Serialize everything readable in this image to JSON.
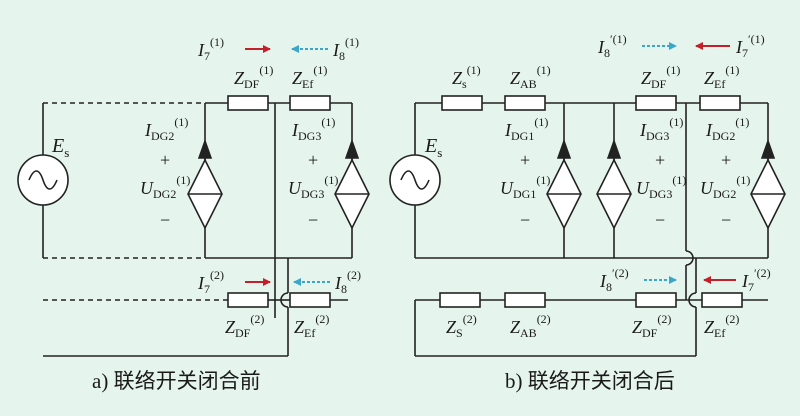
{
  "colors": {
    "background": "#e6f4ee",
    "wire": "#222222",
    "red_arrow": "#c4202a",
    "blue_arrow": "#3aa6c9"
  },
  "captions": {
    "a": "a) 联络开关闭合前",
    "b": "b) 联络开关闭合后"
  },
  "symbols": {
    "source": {
      "main": "E",
      "sub": "s"
    },
    "plus": "+",
    "minus": "−",
    "I7_1": {
      "main": "I",
      "sub": "7",
      "sup": "(1)"
    },
    "I8_1": {
      "main": "I",
      "sub": "8",
      "sup": "(1)"
    },
    "I7_2": {
      "main": "I",
      "sub": "7",
      "sup": "(2)"
    },
    "I8_2": {
      "main": "I",
      "sub": "8",
      "sup": "(2)"
    },
    "I7p_1": {
      "main": "I",
      "sub": "7",
      "sup": "′(1)"
    },
    "I8p_1": {
      "main": "I",
      "sub": "8",
      "sup": "′(1)"
    },
    "I7p_2": {
      "main": "I",
      "sub": "7",
      "sup": "′(2)"
    },
    "I8p_2": {
      "main": "I",
      "sub": "8",
      "sup": "′(2)"
    },
    "ZDF_1": {
      "main": "Z",
      "sub": "DF",
      "sup": "(1)"
    },
    "ZEf_1": {
      "main": "Z",
      "sub": "Ef",
      "sup": "(1)"
    },
    "ZDF_2": {
      "main": "Z",
      "sub": "DF",
      "sup": "(2)"
    },
    "ZEf_2": {
      "main": "Z",
      "sub": "Ef",
      "sup": "(2)"
    },
    "Zs_1": {
      "main": "Z",
      "sub": "s",
      "sup": "(1)"
    },
    "ZAB_1": {
      "main": "Z",
      "sub": "AB",
      "sup": "(1)"
    },
    "ZS_2": {
      "main": "Z",
      "sub": "S",
      "sup": "(2)"
    },
    "ZAB_2": {
      "main": "Z",
      "sub": "AB",
      "sup": "(2)"
    },
    "IDG1": {
      "main": "I",
      "sub": "DG1",
      "sup": "(1)"
    },
    "IDG2": {
      "main": "I",
      "sub": "DG2",
      "sup": "(1)"
    },
    "IDG3": {
      "main": "I",
      "sub": "DG3",
      "sup": "(1)"
    },
    "UDG1": {
      "main": "U",
      "sub": "DG1",
      "sup": "(1)"
    },
    "UDG2": {
      "main": "U",
      "sub": "DG2",
      "sup": "(1)"
    },
    "UDG3": {
      "main": "U",
      "sub": "DG3",
      "sup": "(1)"
    }
  }
}
